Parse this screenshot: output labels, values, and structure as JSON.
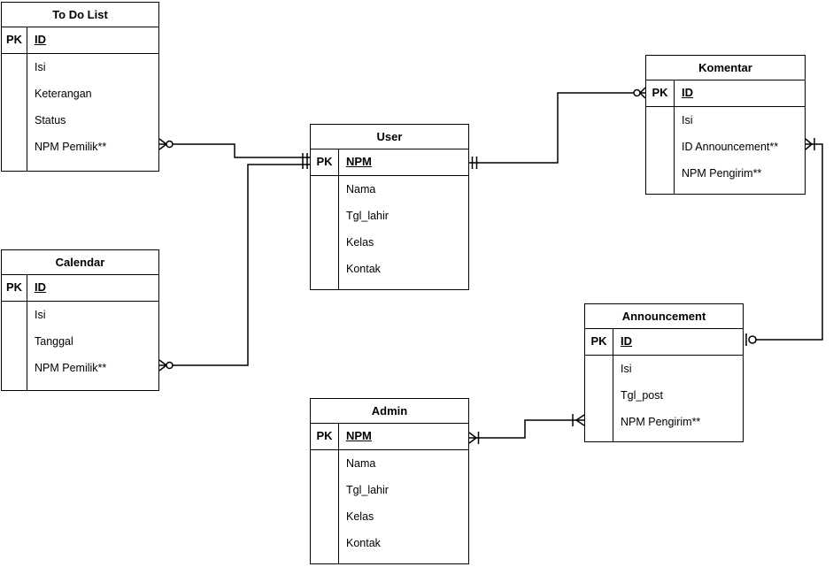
{
  "diagram_type": "entity-relationship-diagram",
  "colors": {
    "background": "#ffffff",
    "line": "#000000",
    "text": "#000000"
  },
  "entities": [
    {
      "name": "To Do List",
      "pk_label": "PK",
      "pk_field": "ID",
      "fields": [
        "Isi",
        "Keterangan",
        "Status",
        "NPM Pemilik**"
      ]
    },
    {
      "name": "Calendar",
      "pk_label": "PK",
      "pk_field": "ID",
      "fields": [
        "Isi",
        "Tanggal",
        "NPM Pemilik**"
      ]
    },
    {
      "name": "User",
      "pk_label": "PK",
      "pk_field": "NPM",
      "fields": [
        "Nama",
        "Tgl_lahir",
        "Kelas",
        "Kontak"
      ]
    },
    {
      "name": "Admin",
      "pk_label": "PK",
      "pk_field": "NPM",
      "fields": [
        "Nama",
        "Tgl_lahir",
        "Kelas",
        "Kontak"
      ]
    },
    {
      "name": "Komentar",
      "pk_label": "PK",
      "pk_field": "ID",
      "fields": [
        "Isi",
        "ID Announcement**",
        "NPM Pengirim**"
      ]
    },
    {
      "name": "Announcement",
      "pk_label": "PK",
      "pk_field": "ID",
      "fields": [
        "Isi",
        "Tgl_post",
        "NPM Pengirim**"
      ]
    }
  ],
  "relationships": [
    {
      "from_entity": "To Do List",
      "from_field": "NPM Pemilik**",
      "from_end": "zero-or-many",
      "to_entity": "User",
      "to_field": "NPM",
      "to_end": "one-and-only-one"
    },
    {
      "from_entity": "Calendar",
      "from_field": "NPM Pemilik**",
      "from_end": "zero-or-many",
      "to_entity": "User",
      "to_field": "NPM",
      "to_end": "one-and-only-one"
    },
    {
      "from_entity": "Komentar",
      "from_field": "ID",
      "from_end": "zero-or-many",
      "to_entity": "User",
      "to_field": "NPM",
      "to_end": "one-and-only-one"
    },
    {
      "from_entity": "Komentar",
      "from_field": "ID Announcement**",
      "from_end": "one-or-many",
      "to_entity": "Announcement",
      "to_field": "ID",
      "to_end": "zero-or-one"
    },
    {
      "from_entity": "Admin",
      "from_field": "NPM",
      "from_end": "one-or-many",
      "to_entity": "Announcement",
      "to_field": "NPM Pengirim**",
      "to_end": "one-or-many"
    }
  ]
}
